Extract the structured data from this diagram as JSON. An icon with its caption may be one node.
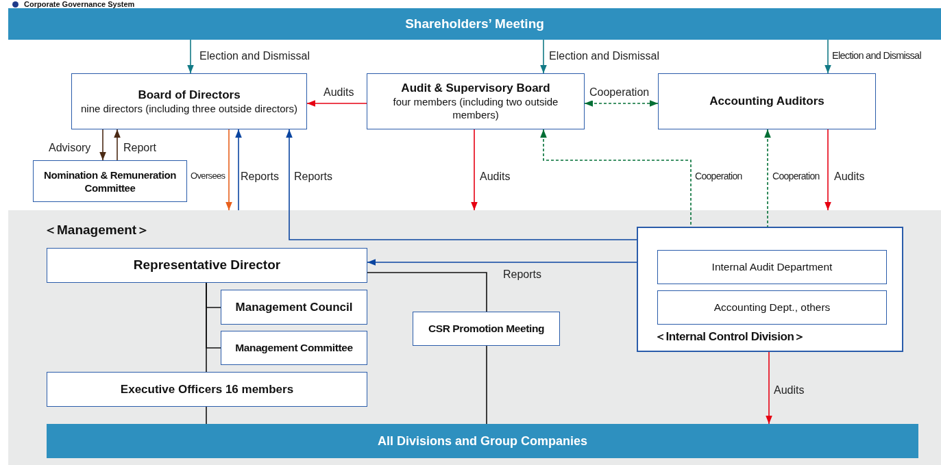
{
  "diagram": {
    "title": "Corporate Governance System",
    "nodes": [
      {
        "text": [
          "Shareholders’ Meeting"
        ]
      },
      {
        "text": [
          "Board of Directors",
          "nine directors (including three outside directors)"
        ]
      },
      {
        "text": [
          "Audit & Supervisory Board",
          "four members (including two outside members)"
        ]
      },
      {
        "text": [
          "Accounting Auditors"
        ]
      },
      {
        "text": [
          "Nomination & Remuneration Committee"
        ]
      },
      {
        "text": [
          "＜Management＞"
        ]
      },
      {
        "text": [
          "Representative Director"
        ],
        "in": 5
      },
      {
        "text": [
          "Management Council"
        ],
        "in": 5
      },
      {
        "text": [
          "Management Committee"
        ],
        "in": 5
      },
      {
        "text": [
          "Executive Officers 16 members"
        ],
        "in": 5
      },
      {
        "text": [
          "CSR Promotion Meeting"
        ],
        "in": 5
      },
      {
        "text": [
          "＜Internal Control Division＞"
        ],
        "in": 5
      },
      {
        "text": [
          "Internal Audit Department"
        ],
        "in": 11
      },
      {
        "text": [
          "Accounting Dept., others"
        ],
        "in": 11
      },
      {
        "text": [
          "All Divisions and Group Companies"
        ],
        "in": 5
      }
    ],
    "edges": [
      {
        "from": 0,
        "to": 1,
        "arrow": "to",
        "label": "Election and Dismissal",
        "color": "#127a86"
      },
      {
        "from": 0,
        "to": 2,
        "arrow": "to",
        "label": "Election and Dismissal",
        "color": "#127a86"
      },
      {
        "from": 0,
        "to": 3,
        "arrow": "to",
        "label": "Election and Dismissal",
        "color": "#127a86"
      },
      {
        "from": 2,
        "to": 1,
        "arrow": "to",
        "label": "Audits",
        "color": "#e60012"
      },
      {
        "from": 2,
        "to": 3,
        "arrow": "both",
        "label": "Cooperation",
        "style": "dashed",
        "color": "#006f35"
      },
      {
        "from": 1,
        "to": 4,
        "arrow": "to",
        "label": "Advisory",
        "color": "#4b2a14"
      },
      {
        "from": 4,
        "to": 1,
        "arrow": "to",
        "label": "Report",
        "color": "#4b2a14"
      },
      {
        "from": 1,
        "to": 5,
        "arrow": "to",
        "label": "Oversees",
        "color": "#e8601c"
      },
      {
        "from": 5,
        "to": 1,
        "arrow": "to",
        "label": "Reports",
        "color": "#0a45a0"
      },
      {
        "from": 11,
        "to": 1,
        "arrow": "to",
        "label": "Reports",
        "color": "#0a45a0"
      },
      {
        "from": 2,
        "to": 5,
        "arrow": "to",
        "label": "Audits",
        "color": "#e60012"
      },
      {
        "from": 12,
        "to": 2,
        "arrow": "both",
        "label": "Cooperation",
        "style": "dashed",
        "color": "#006f35"
      },
      {
        "from": 3,
        "to": 12,
        "arrow": "both",
        "label": "Cooperation",
        "style": "dashed",
        "color": "#006f35"
      },
      {
        "from": 3,
        "to": 5,
        "arrow": "to",
        "label": "Audits",
        "color": "#e60012"
      },
      {
        "from": 12,
        "to": 6,
        "arrow": "to",
        "label": "Reports",
        "color": "#0a45a0"
      },
      {
        "from": 6,
        "to": 7,
        "arrow": "none"
      },
      {
        "from": 6,
        "to": 8,
        "arrow": "none"
      },
      {
        "from": 6,
        "to": 9,
        "arrow": "none"
      },
      {
        "from": 9,
        "to": 14,
        "arrow": "none"
      },
      {
        "from": 6,
        "to": 10,
        "arrow": "none"
      },
      {
        "from": 10,
        "to": 14,
        "arrow": "none"
      },
      {
        "from": 11,
        "to": 14,
        "arrow": "to",
        "label": "Audits",
        "color": "#e60012"
      }
    ]
  }
}
